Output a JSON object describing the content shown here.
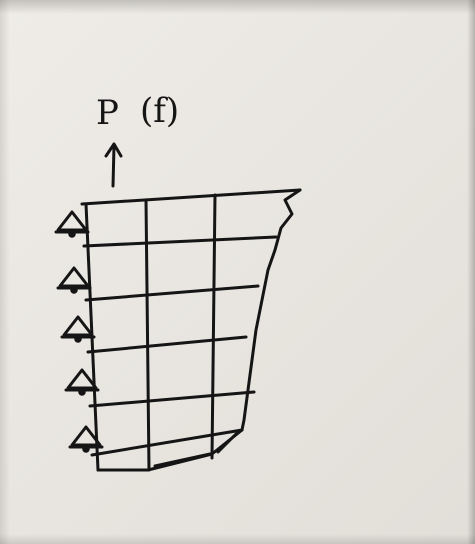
{
  "labels": {
    "load_symbol": "P",
    "load_argument": "(f)"
  },
  "diagram": {
    "ink_color": "#151515",
    "paper_color": "#ebe8e3",
    "load_arrow": "up-arrow",
    "support_count": 5,
    "support_icon": "pinned-support-icon",
    "grid_columns": 3,
    "grid_rows": 6
  }
}
